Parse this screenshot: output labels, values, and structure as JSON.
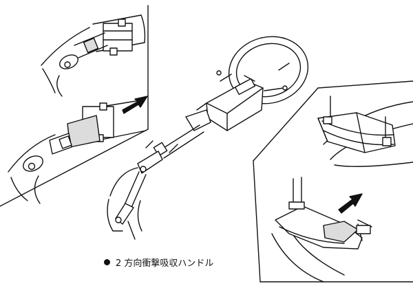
{
  "caption": {
    "bullet_icon": "filled-circle-bullet",
    "text": "2 方向衝撃吸収ハンドル"
  },
  "arrows": [
    "impact-direction-arrow",
    "impact-direction-arrow"
  ],
  "colors": {
    "line": "#111111",
    "fill": "#ffffff",
    "shade": "#dcdcdc"
  }
}
